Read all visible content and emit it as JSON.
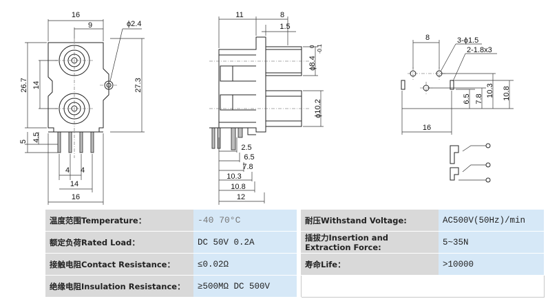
{
  "dimensions": {
    "front": {
      "top_width": "16",
      "top_half": "9",
      "pin_dia": "ϕ2.4",
      "height": "26.7",
      "jack_pitch": "14",
      "full_height": "27.3",
      "lead_height": "5",
      "lead_offset": "4.5",
      "pin_spacing_a": "4",
      "pin_spacing_b": "4",
      "bottom_14": "14",
      "bottom_16": "16"
    },
    "side": {
      "body_depth": "11",
      "front_depth": "8",
      "flange": "1.5",
      "outer_dia": "ϕ8.4",
      "tol_plus": "0",
      "tol_minus": "-0.1",
      "inner_dia": "ϕ10.2",
      "d_2_5": "2.5",
      "d_6_5": "6.5",
      "d_7_8": "7.8",
      "d_10_3": "10.3",
      "d_10_8": "10.8",
      "d_12": "12"
    },
    "pcb": {
      "spacing": "8",
      "hole_a": "3-ϕ1.5",
      "hole_b": "2-1.8x3",
      "v_6_5": "6.5",
      "v_7_8": "7.8",
      "v_10_3": "10.3",
      "v_10_8": "10.8",
      "width": "16"
    }
  },
  "specs": {
    "temperature_label": "温度范围Temperature：",
    "temperature_value": "-40    70°C",
    "withstand_label": "耐压Withstand Voltage:",
    "withstand_value": "AC500V(50Hz)/min",
    "rated_label": "额定负荷Rated Load：",
    "rated_value": "DC 50V 0.2A",
    "insertion_label": "插拔力Insertion and Extraction Force:",
    "insertion_value": "5~35N",
    "contact_label": "接触电阻Contact Resistance：",
    "contact_value": "≤0.02Ω",
    "life_label": "寿命Life：",
    "life_value": ">10000",
    "insulation_label": "绝缘电阻Insulation Resistance：",
    "insulation_value": "≥500MΩ DC 500V"
  }
}
